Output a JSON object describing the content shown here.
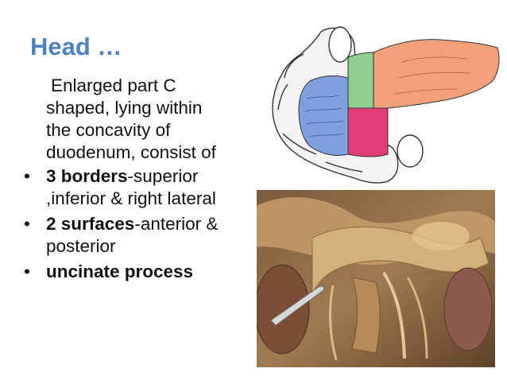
{
  "slide": {
    "title": "Head …",
    "intro_lines": [
      "Enlarged part  C",
      "shaped, lying within",
      "the concavity of",
      "duodenum, consist of"
    ],
    "bullet_glyph": "•",
    "bullets": [
      {
        "bold": "3 borders",
        "rest_line1": "-superior",
        "line2": ",inferior & right lateral"
      },
      {
        "bold": "2 surfaces",
        "rest_line1": "-anterior &",
        "line2": "posterior"
      },
      {
        "bold": "uncinate process",
        "rest_line1": "",
        "line2": ""
      }
    ]
  },
  "colors": {
    "title": "#4f81bd",
    "head_region": "#7f9fe0",
    "neck_region": "#8fce8f",
    "body_region": "#f2a07a",
    "uncinate_region": "#e23c78",
    "duodenum_outline": "#333333"
  }
}
